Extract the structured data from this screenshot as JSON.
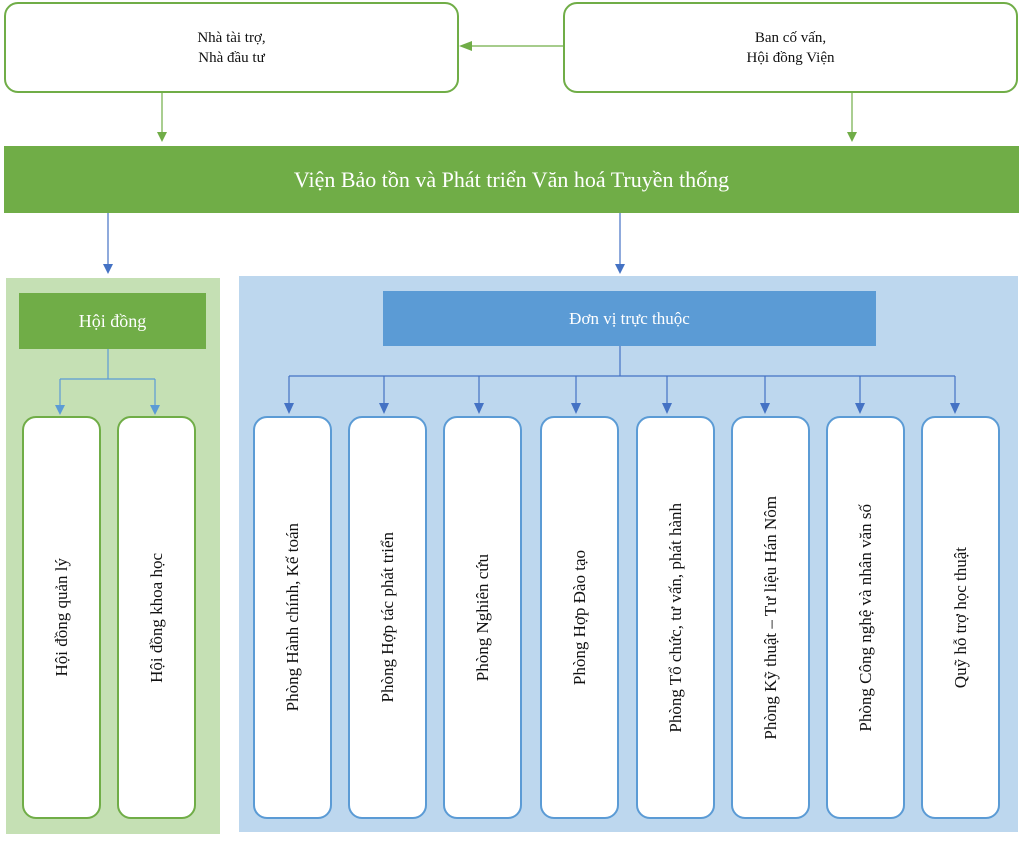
{
  "top": {
    "sponsors": "Nhà tài trợ,\nNhà đầu tư",
    "advisors": "Ban cố vấn,\nHội đồng Viện"
  },
  "institute": {
    "title": "Viện Bảo tồn và Phát triển Văn hoá Truyền thống"
  },
  "council": {
    "title": "Hội đồng",
    "items": [
      {
        "label": "Hội đồng quản lý"
      },
      {
        "label": "Hội đồng khoa học"
      }
    ]
  },
  "units": {
    "title": "Đơn vị trực thuộc",
    "items": [
      {
        "label": "Phòng Hành chính, Kế toán"
      },
      {
        "label": "Phòng Hợp tác phát triển"
      },
      {
        "label": "Phòng Nghiên cứu"
      },
      {
        "label": "Phòng Hợp Đào tạo"
      },
      {
        "label": "Phòng Tổ chức, tư vấn, phát hành"
      },
      {
        "label": "Phòng Kỹ thuật – Tư liệu Hán Nôm"
      },
      {
        "label": "Phòng Công nghệ và nhân văn số"
      },
      {
        "label": "Quỹ hỗ trợ học thuật"
      }
    ]
  },
  "colors": {
    "green": "#70ad47",
    "light_green": "#c5e0b4",
    "blue": "#5b9bd5",
    "light_blue": "#bdd7ee",
    "arrow_blue": "#4472c4"
  }
}
